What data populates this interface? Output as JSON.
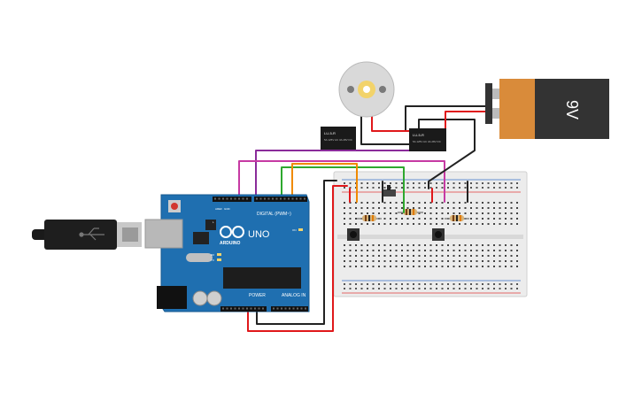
{
  "battery": {
    "label": "9V"
  },
  "relay_left": {
    "label": "LU-5-R",
    "pins": "5A 125V AC\n3A 28V DC"
  },
  "relay_right": {
    "label": "LU-5-R",
    "pins": "5A 125V AC\n3A 28V DC"
  },
  "arduino": {
    "brand": "ARDUINO",
    "model": "UNO",
    "digital_label": "DIGITAL (PWM~)",
    "power_label": "POWER",
    "analog_label": "ANALOG IN",
    "led_on": "ON",
    "led_tx": "TX",
    "led_rx": "RX",
    "led_l": "L",
    "aref": "AREF",
    "gnd": "GND"
  },
  "colors": {
    "wire_red": "#e0181b",
    "wire_black": "#222222",
    "wire_purple": "#8a2c9a",
    "wire_magenta": "#c63aa3",
    "wire_green": "#2ea82e",
    "wire_orange": "#f08a00",
    "board_blue": "#1f6fb0",
    "breadboard": "#e9e9e9",
    "battery_orange": "#d98b3a"
  }
}
